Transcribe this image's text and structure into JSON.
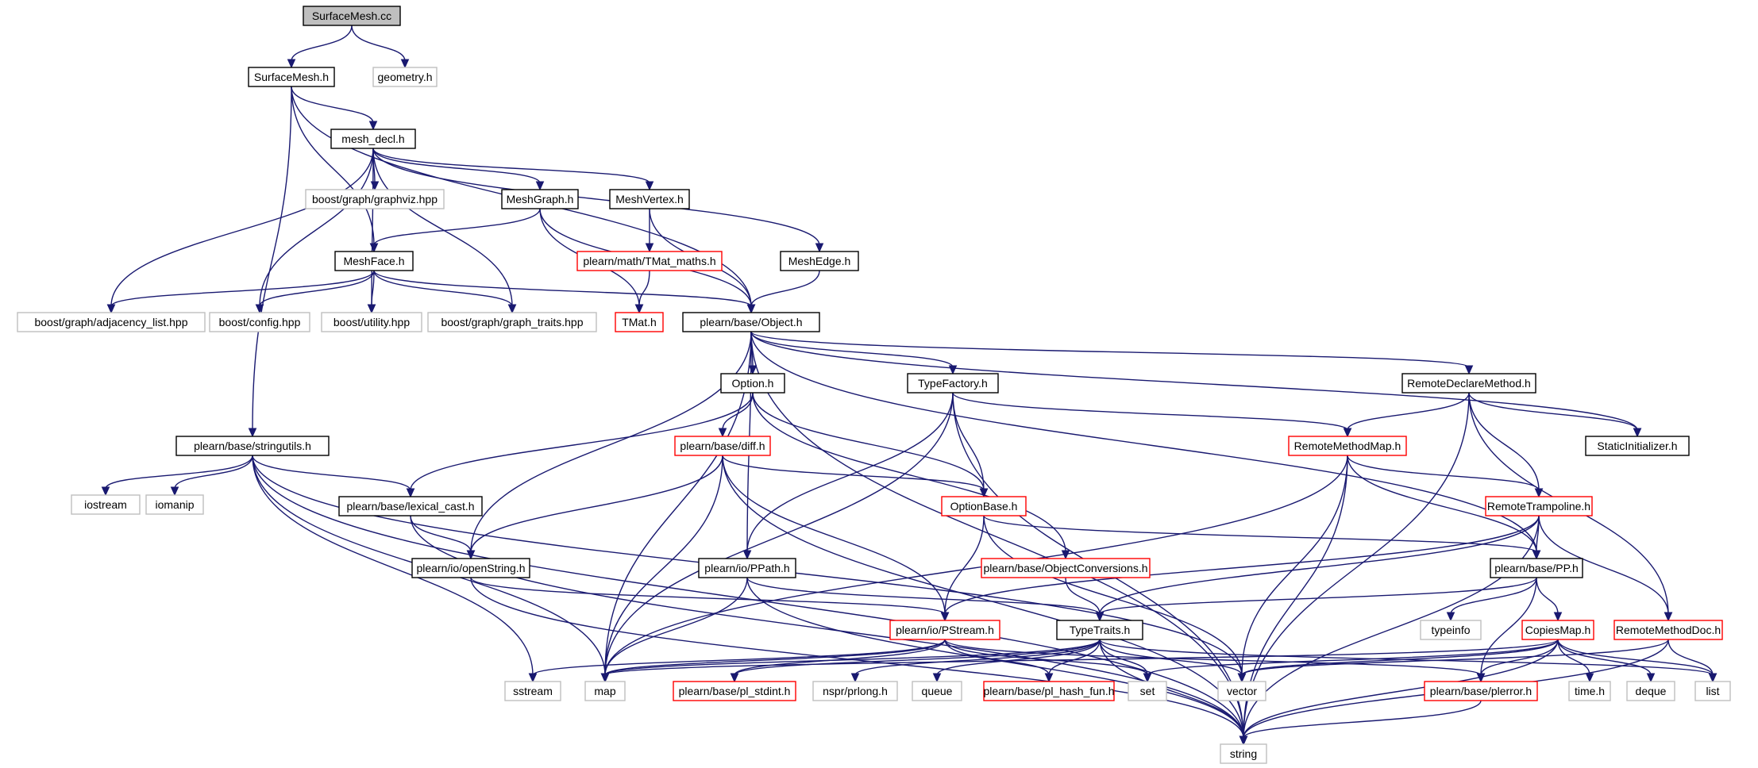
{
  "title": "SurfaceMesh.cc",
  "colors": {
    "edge": "#191970",
    "border_documented": "#000000",
    "border_undocumented": "#bfbfbf",
    "border_truncated": "#ff0000",
    "root_fill": "#bfbfbf"
  },
  "nodes": [
    {
      "id": "n0",
      "label": "SurfaceMesh.cc",
      "style": "root"
    },
    {
      "id": "n1",
      "label": "SurfaceMesh.h",
      "style": "documented"
    },
    {
      "id": "n2",
      "label": "geometry.h",
      "style": "undocumented"
    },
    {
      "id": "n3",
      "label": "mesh_decl.h",
      "style": "documented"
    },
    {
      "id": "n4",
      "label": "boost/graph/graphviz.hpp",
      "style": "undocumented"
    },
    {
      "id": "n5",
      "label": "MeshGraph.h",
      "style": "documented"
    },
    {
      "id": "n6",
      "label": "MeshVertex.h",
      "style": "documented"
    },
    {
      "id": "n7",
      "label": "plearn/math/TMat_maths.h",
      "style": "truncated"
    },
    {
      "id": "n8",
      "label": "MeshEdge.h",
      "style": "documented"
    },
    {
      "id": "n9",
      "label": "MeshFace.h",
      "style": "documented"
    },
    {
      "id": "n10",
      "label": "boost/graph/adjacency_list.hpp",
      "style": "undocumented"
    },
    {
      "id": "n11",
      "label": "boost/config.hpp",
      "style": "undocumented"
    },
    {
      "id": "n12",
      "label": "boost/utility.hpp",
      "style": "undocumented"
    },
    {
      "id": "n13",
      "label": "boost/graph/graph_traits.hpp",
      "style": "undocumented"
    },
    {
      "id": "n14",
      "label": "TMat.h",
      "style": "truncated"
    },
    {
      "id": "n15",
      "label": "plearn/base/Object.h",
      "style": "documented"
    },
    {
      "id": "n16",
      "label": "Option.h",
      "style": "documented"
    },
    {
      "id": "n17",
      "label": "TypeFactory.h",
      "style": "documented"
    },
    {
      "id": "n18",
      "label": "RemoteDeclareMethod.h",
      "style": "documented"
    },
    {
      "id": "n19",
      "label": "plearn/base/stringutils.h",
      "style": "documented"
    },
    {
      "id": "n20",
      "label": "plearn/base/diff.h",
      "style": "truncated"
    },
    {
      "id": "n21",
      "label": "RemoteMethodMap.h",
      "style": "truncated"
    },
    {
      "id": "n22",
      "label": "StaticInitializer.h",
      "style": "documented"
    },
    {
      "id": "n23",
      "label": "iostream",
      "style": "undocumented"
    },
    {
      "id": "n24",
      "label": "iomanip",
      "style": "undocumented"
    },
    {
      "id": "n25",
      "label": "plearn/base/lexical_cast.h",
      "style": "documented"
    },
    {
      "id": "n26",
      "label": "OptionBase.h",
      "style": "truncated"
    },
    {
      "id": "n27",
      "label": "RemoteTrampoline.h",
      "style": "truncated"
    },
    {
      "id": "n28",
      "label": "plearn/io/openString.h",
      "style": "documented"
    },
    {
      "id": "n29",
      "label": "plearn/io/PPath.h",
      "style": "documented"
    },
    {
      "id": "n30",
      "label": "plearn/base/ObjectConversions.h",
      "style": "truncated"
    },
    {
      "id": "n31",
      "label": "plearn/base/PP.h",
      "style": "documented"
    },
    {
      "id": "n32",
      "label": "plearn/io/PStream.h",
      "style": "truncated"
    },
    {
      "id": "n33",
      "label": "TypeTraits.h",
      "style": "documented"
    },
    {
      "id": "n34",
      "label": "typeinfo",
      "style": "undocumented"
    },
    {
      "id": "n35",
      "label": "CopiesMap.h",
      "style": "truncated"
    },
    {
      "id": "n36",
      "label": "RemoteMethodDoc.h",
      "style": "truncated"
    },
    {
      "id": "n37",
      "label": "sstream",
      "style": "undocumented"
    },
    {
      "id": "n38",
      "label": "map",
      "style": "undocumented"
    },
    {
      "id": "n39",
      "label": "plearn/base/pl_stdint.h",
      "style": "truncated"
    },
    {
      "id": "n40",
      "label": "nspr/prlong.h",
      "style": "undocumented"
    },
    {
      "id": "n41",
      "label": "queue",
      "style": "undocumented"
    },
    {
      "id": "n42",
      "label": "plearn/base/pl_hash_fun.h",
      "style": "truncated"
    },
    {
      "id": "n43",
      "label": "set",
      "style": "undocumented"
    },
    {
      "id": "n44",
      "label": "vector",
      "style": "undocumented"
    },
    {
      "id": "n45",
      "label": "plearn/base/plerror.h",
      "style": "truncated"
    },
    {
      "id": "n46",
      "label": "time.h",
      "style": "undocumented"
    },
    {
      "id": "n47",
      "label": "deque",
      "style": "undocumented"
    },
    {
      "id": "n48",
      "label": "list",
      "style": "undocumented"
    },
    {
      "id": "n49",
      "label": "string",
      "style": "undocumented"
    }
  ],
  "edges": [
    [
      "n0",
      "n1"
    ],
    [
      "n0",
      "n2"
    ],
    [
      "n1",
      "n3"
    ],
    [
      "n1",
      "n9"
    ],
    [
      "n1",
      "n15"
    ],
    [
      "n1",
      "n19"
    ],
    [
      "n3",
      "n4"
    ],
    [
      "n3",
      "n5"
    ],
    [
      "n3",
      "n6"
    ],
    [
      "n3",
      "n8"
    ],
    [
      "n3",
      "n10"
    ],
    [
      "n3",
      "n11"
    ],
    [
      "n3",
      "n12"
    ],
    [
      "n3",
      "n13"
    ],
    [
      "n5",
      "n9"
    ],
    [
      "n5",
      "n14"
    ],
    [
      "n5",
      "n15"
    ],
    [
      "n6",
      "n7"
    ],
    [
      "n6",
      "n15"
    ],
    [
      "n7",
      "n14"
    ],
    [
      "n8",
      "n15"
    ],
    [
      "n9",
      "n10"
    ],
    [
      "n9",
      "n11"
    ],
    [
      "n9",
      "n12"
    ],
    [
      "n9",
      "n13"
    ],
    [
      "n9",
      "n15"
    ],
    [
      "n15",
      "n16"
    ],
    [
      "n15",
      "n17"
    ],
    [
      "n15",
      "n18"
    ],
    [
      "n15",
      "n22"
    ],
    [
      "n15",
      "n28"
    ],
    [
      "n15",
      "n29"
    ],
    [
      "n15",
      "n31"
    ],
    [
      "n15",
      "n38"
    ],
    [
      "n15",
      "n49"
    ],
    [
      "n16",
      "n20"
    ],
    [
      "n16",
      "n25"
    ],
    [
      "n16",
      "n26"
    ],
    [
      "n16",
      "n30"
    ],
    [
      "n17",
      "n21"
    ],
    [
      "n17",
      "n26"
    ],
    [
      "n17",
      "n29"
    ],
    [
      "n17",
      "n38"
    ],
    [
      "n17",
      "n49"
    ],
    [
      "n18",
      "n21"
    ],
    [
      "n18",
      "n22"
    ],
    [
      "n18",
      "n27"
    ],
    [
      "n18",
      "n36"
    ],
    [
      "n18",
      "n49"
    ],
    [
      "n19",
      "n23"
    ],
    [
      "n19",
      "n24"
    ],
    [
      "n19",
      "n25"
    ],
    [
      "n19",
      "n37"
    ],
    [
      "n19",
      "n38"
    ],
    [
      "n19",
      "n44"
    ],
    [
      "n19",
      "n49"
    ],
    [
      "n20",
      "n26"
    ],
    [
      "n20",
      "n28"
    ],
    [
      "n20",
      "n32"
    ],
    [
      "n20",
      "n38"
    ],
    [
      "n20",
      "n49"
    ],
    [
      "n21",
      "n27"
    ],
    [
      "n21",
      "n31"
    ],
    [
      "n21",
      "n38"
    ],
    [
      "n21",
      "n44"
    ],
    [
      "n21",
      "n49"
    ],
    [
      "n25",
      "n28"
    ],
    [
      "n25",
      "n49"
    ],
    [
      "n26",
      "n31"
    ],
    [
      "n26",
      "n32"
    ],
    [
      "n26",
      "n44"
    ],
    [
      "n27",
      "n31"
    ],
    [
      "n27",
      "n32"
    ],
    [
      "n27",
      "n33"
    ],
    [
      "n27",
      "n36"
    ],
    [
      "n27",
      "n49"
    ],
    [
      "n28",
      "n32"
    ],
    [
      "n28",
      "n49"
    ],
    [
      "n29",
      "n33"
    ],
    [
      "n29",
      "n38"
    ],
    [
      "n29",
      "n49"
    ],
    [
      "n30",
      "n33"
    ],
    [
      "n31",
      "n33"
    ],
    [
      "n31",
      "n34"
    ],
    [
      "n31",
      "n35"
    ],
    [
      "n31",
      "n45"
    ],
    [
      "n32",
      "n37"
    ],
    [
      "n32",
      "n38"
    ],
    [
      "n32",
      "n39"
    ],
    [
      "n32",
      "n42"
    ],
    [
      "n32",
      "n43"
    ],
    [
      "n32",
      "n45"
    ],
    [
      "n33",
      "n38"
    ],
    [
      "n33",
      "n39"
    ],
    [
      "n33",
      "n40"
    ],
    [
      "n33",
      "n41"
    ],
    [
      "n33",
      "n42"
    ],
    [
      "n33",
      "n43"
    ],
    [
      "n33",
      "n44"
    ],
    [
      "n33",
      "n48"
    ],
    [
      "n33",
      "n49"
    ],
    [
      "n35",
      "n38"
    ],
    [
      "n35",
      "n43"
    ],
    [
      "n35",
      "n44"
    ],
    [
      "n35",
      "n45"
    ],
    [
      "n35",
      "n46"
    ],
    [
      "n35",
      "n47"
    ],
    [
      "n35",
      "n48"
    ],
    [
      "n35",
      "n49"
    ],
    [
      "n36",
      "n44"
    ],
    [
      "n36",
      "n48"
    ],
    [
      "n36",
      "n49"
    ],
    [
      "n45",
      "n49"
    ]
  ]
}
